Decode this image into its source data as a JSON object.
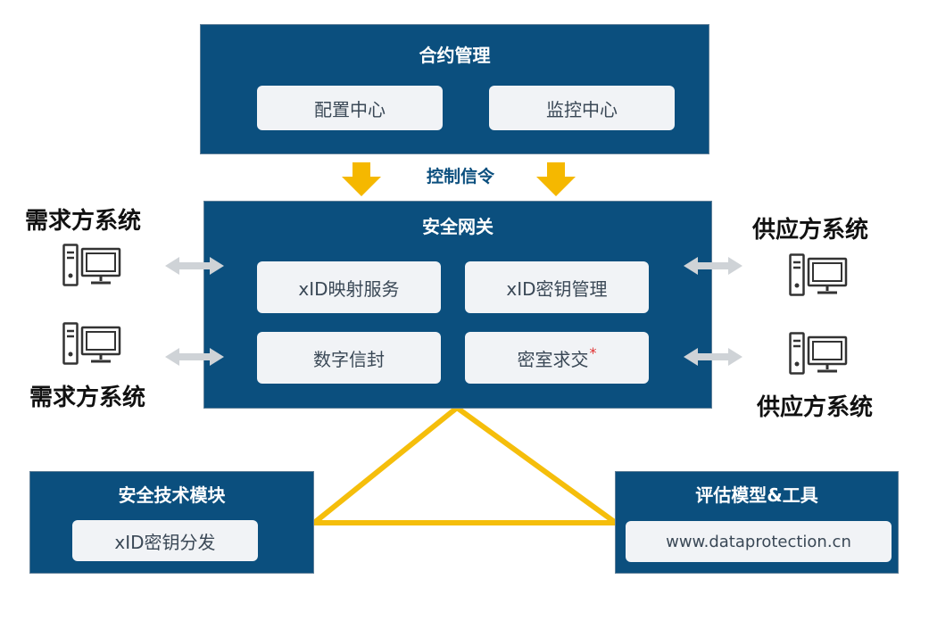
{
  "contract_management": {
    "title": "合约管理",
    "items": [
      "配置中心",
      "监控中心"
    ]
  },
  "control_signal": "控制信令",
  "security_gateway": {
    "title": "安全网关",
    "items": [
      {
        "label": "xID映射服务",
        "marker": ""
      },
      {
        "label": "xID密钥管理",
        "marker": ""
      },
      {
        "label": "数字信封",
        "marker": ""
      },
      {
        "label": "密室求交",
        "marker": "*"
      }
    ]
  },
  "demand_side": {
    "label_top": "需求方系统",
    "label_bottom": "需求方系统",
    "icon": "computer-icon"
  },
  "supply_side": {
    "label_top": "供应方系统",
    "label_bottom": "供应方系统",
    "icon": "computer-icon"
  },
  "security_tech_module": {
    "title": "安全技术模块",
    "item": "xID密钥分发"
  },
  "evaluation": {
    "title": "评估模型&工具",
    "item": "www.dataprotection.cn"
  },
  "colors": {
    "panel_bg": "#0b4f7e",
    "chip_bg": "#f1f3f6",
    "arrow_yellow": "#f5b800",
    "connector_yellow": "#f5be0b",
    "bidirectional_arrow": "#cfd3d7",
    "asterisk": "#e03030"
  }
}
